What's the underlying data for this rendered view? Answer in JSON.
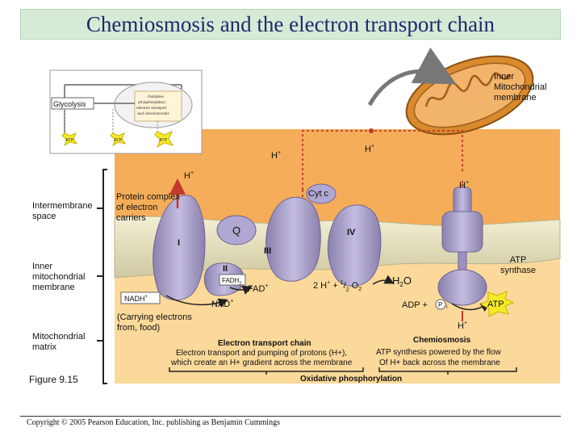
{
  "title": "Chemiosmosis and the electron transport chain",
  "labels": {
    "inner_membrane_callout": [
      "Inner",
      "Mitochondrial",
      "membrane"
    ],
    "intermembrane_space": [
      "Intermembrane",
      "space"
    ],
    "inner_mitochondrial_membrane": [
      "Inner",
      "mitochondrial",
      "membrane"
    ],
    "mitochondrial_matrix": [
      "Mitochondrial",
      "matrix"
    ],
    "figure": "Figure 9.15",
    "protein_complex": [
      "Protein complex",
      "of electron",
      "carriers"
    ],
    "carrying_electrons": [
      "(Carrying electrons",
      "from, food)"
    ],
    "atp_synthase": [
      "ATP",
      "synthase"
    ]
  },
  "inset": {
    "glycolysis": "Glycolysis",
    "oxphos": [
      "Oxidative",
      "phosphorylation:",
      "electron transport",
      "and chemiosmosis"
    ],
    "atp": "ATP"
  },
  "molecules": {
    "h_plus": "H",
    "h_sup": "+",
    "cyt_c": "Cyt c",
    "q": "Q",
    "complex_1": "I",
    "complex_2": "II",
    "complex_3": "III",
    "complex_4": "IV",
    "fadh2": "FADH",
    "fad": "FAD",
    "nadh": "NADH",
    "nad": "NAD",
    "water_eq": "2 H",
    "water_eq_rest": " + ",
    "o2": "O",
    "h2o": "H",
    "adp": "ADP +",
    "pi": "P",
    "pi_sub": "i",
    "atp": "ATP"
  },
  "captions": {
    "etc_title": "Electron transport chain",
    "etc_desc": [
      "Electron transport and pumping of protons (H+),",
      "which create an H+ gradient across the membrane"
    ],
    "chemiosmosis_title": "Chemiosmosis",
    "chemiosmosis_desc": [
      "ATP synthesis powered by the flow",
      "Of H+ back across the membrane"
    ],
    "oxphos": "Oxidative phosphorylation"
  },
  "copyright": "Copyright © 2005 Pearson Education, Inc. publishing as Benjamin Cummings",
  "colors": {
    "title_bg": "#d6ead6",
    "title_text": "#1c2a6e",
    "intermembrane": "#f5ad5a",
    "matrix": "#fbd99a",
    "membrane": "#e9e6c3",
    "protein": "#a69cc4",
    "arrow_red": "#c0392b",
    "atp_yellow": "#f5ea2a"
  }
}
